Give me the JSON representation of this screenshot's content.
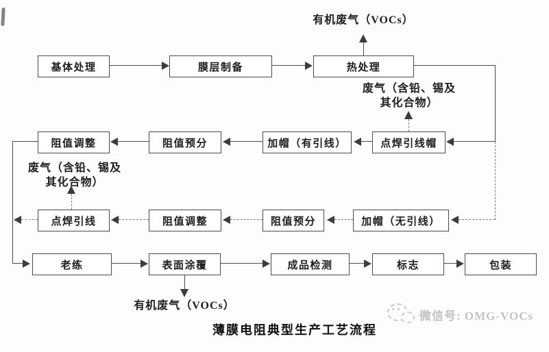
{
  "title": "薄膜电阻典型生产工艺流程",
  "colors": {
    "line": "#4a4a4a",
    "dashed_line": "#787878",
    "box_border": "#4a4a4a",
    "box_fill": "#ffffff",
    "text": "#1d1d1d",
    "watermark": "#c2c2c2",
    "background": "#fdfdfc"
  },
  "flow": {
    "row1": [
      "基体处理",
      "膜层制备",
      "热处理"
    ],
    "row2": [
      "点焊引线帽",
      "加帽（有引线）",
      "阻值预分",
      "阻值调整"
    ],
    "row3": [
      "加帽（无引线）",
      "阻值预分",
      "阻值调整",
      "点焊引线"
    ],
    "row4": [
      "老练",
      "表面涂覆",
      "成品检测",
      "标志",
      "包装"
    ]
  },
  "emissions": {
    "voc_top": "有机废气（VOCs）",
    "voc_bottom": "有机废气（VOCs）",
    "lead_right_line1": "废气（含铅、锡及",
    "lead_right_line2": "其化合物）",
    "lead_left_line1": "废气（含铅、锡及",
    "lead_left_line2": "其化合物）"
  },
  "watermark": {
    "label": "微信号: OMG-VOCs",
    "icon": "wechat-icon"
  }
}
